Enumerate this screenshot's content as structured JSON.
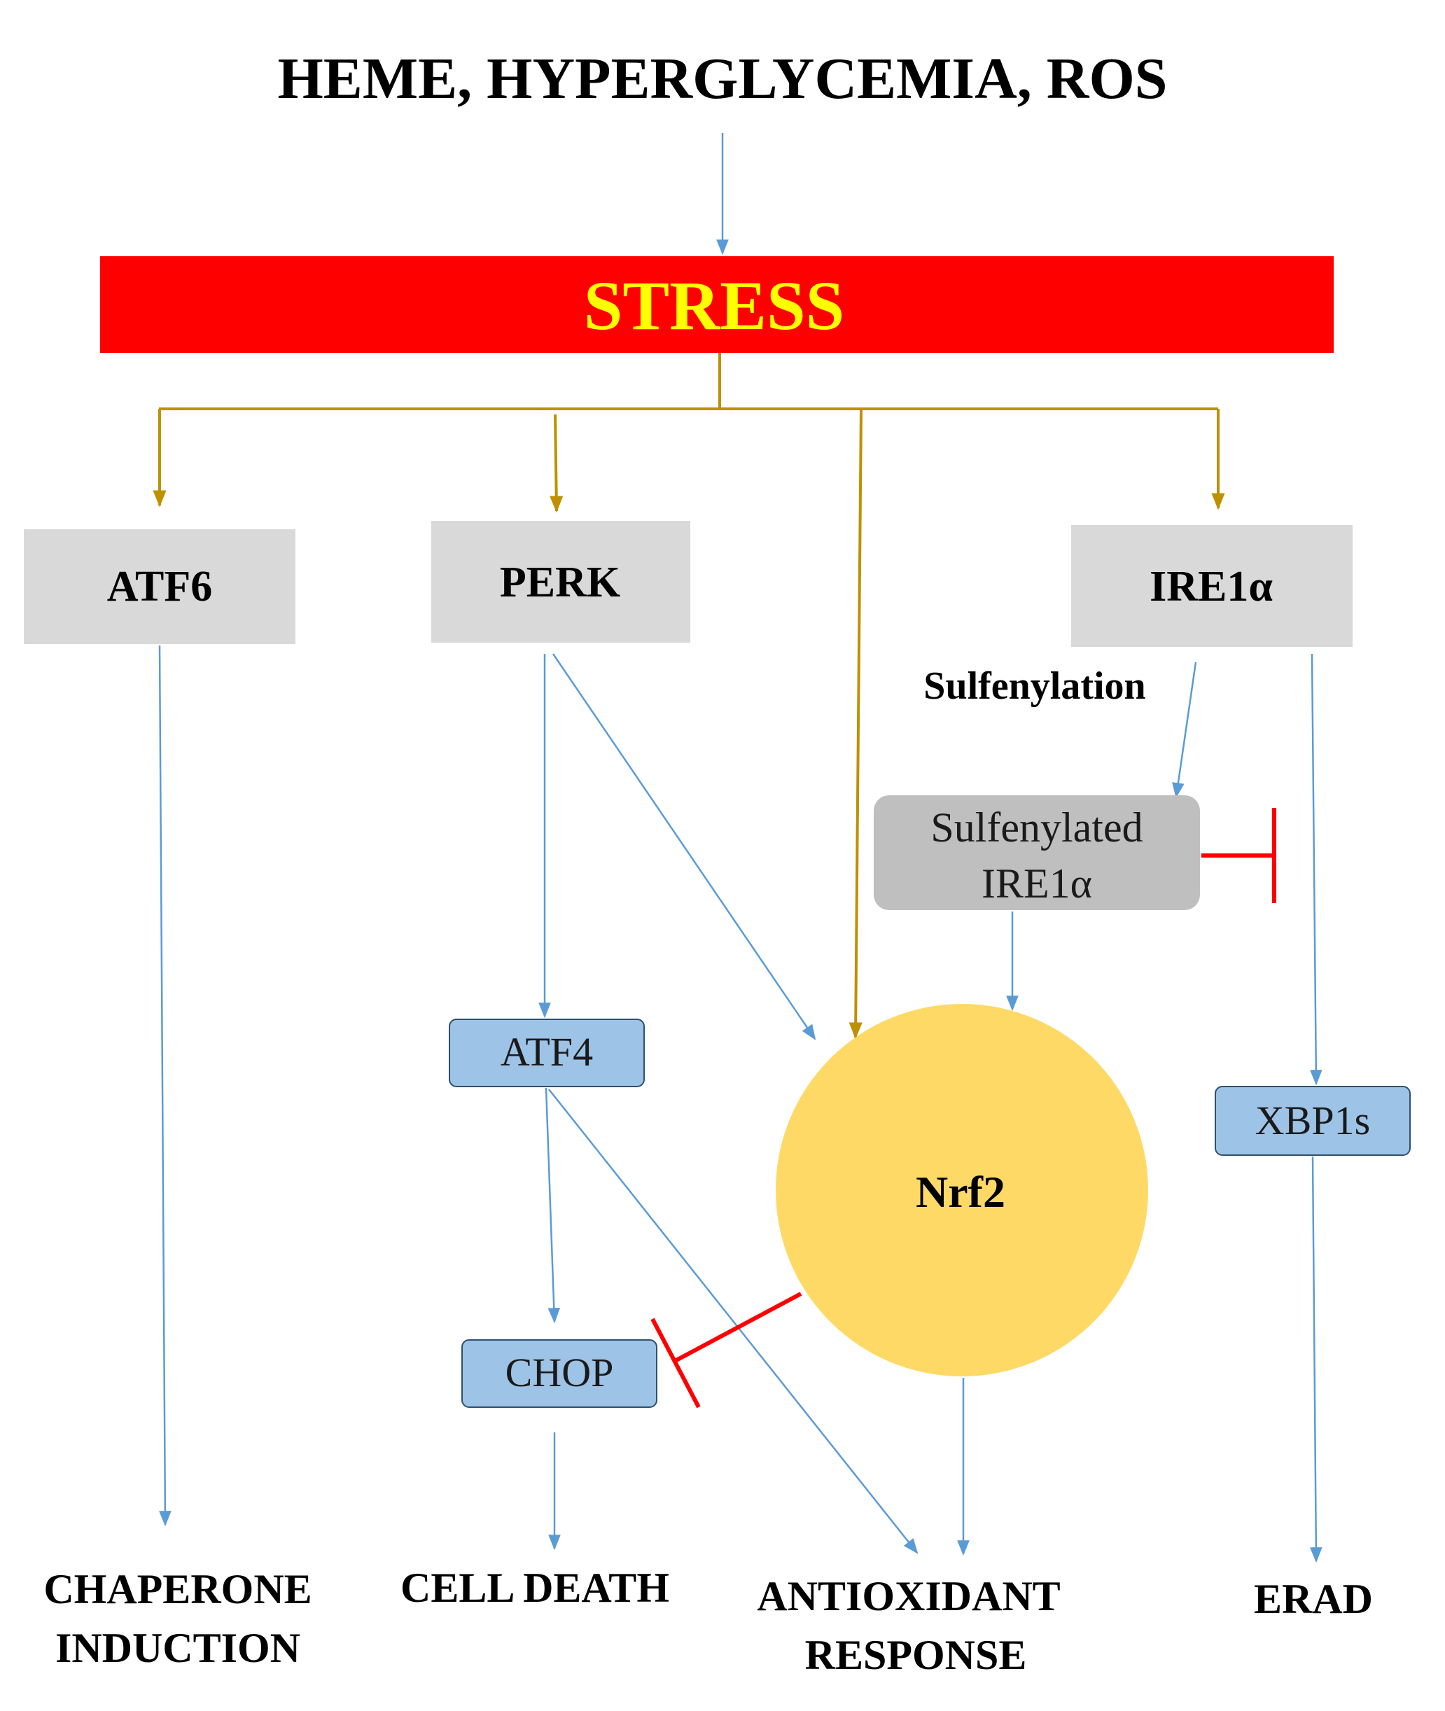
{
  "title": "HEME, HYPERGLYCEMIA, ROS",
  "stress_label": "STRESS",
  "nodes": {
    "atf6": "ATF6",
    "perk": "PERK",
    "ire1a": "IRE1α",
    "sulfenylation": "Sulfenylation",
    "sulfenylated_line1": "Sulfenylated",
    "sulfenylated_line2": "IRE1α",
    "atf4": "ATF4",
    "chop": "CHOP",
    "nrf2": "Nrf2",
    "xbp1s": "XBP1s"
  },
  "outcomes": {
    "chaperone_line1": "CHAPERONE",
    "chaperone_line2": "INDUCTION",
    "cell_death": "CELL DEATH",
    "antioxidant_line1": "ANTIOXIDANT",
    "antioxidant_line2": "RESPONSE",
    "erad": "ERAD"
  },
  "colors": {
    "stress_bar": "#ff0000",
    "stress_text": "#ffff00",
    "gray_box": "#d9d9d9",
    "sulfenylated_box": "#bfbfbf",
    "blue_box": "#9dc3e6",
    "blue_box_border": "#2f4f6f",
    "nrf2_circle": "#ffd966",
    "gold_arrow": "#bf9000",
    "blue_arrow": "#5b9bd5",
    "inhibit_red": "#ff0000"
  }
}
